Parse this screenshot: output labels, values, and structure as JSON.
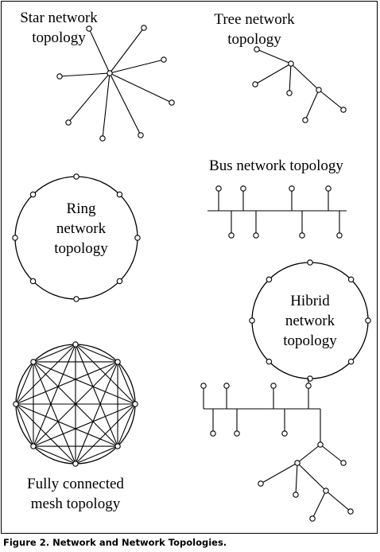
{
  "labels": {
    "star": "Star network\ntopology",
    "tree": "Tree network\ntopology",
    "bus": "Bus network topology",
    "ring": "Ring\nnetwork\ntopology",
    "hybrid": "Hibrid\nnetwork\ntopology",
    "mesh": "Fully connected\nmesh topology"
  },
  "caption": "Figure 2. Network and Network Topologies."
}
